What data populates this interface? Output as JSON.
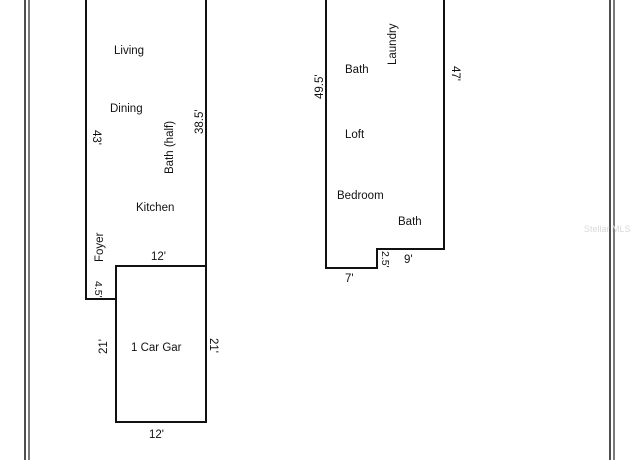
{
  "first_floor": {
    "rooms": {
      "living": "Living",
      "dining": "Dining",
      "kitchen": "Kitchen",
      "bath_half": "Bath (half)",
      "foyer": "Foyer",
      "garage": "1 Car Gar"
    },
    "dimensions": {
      "left_depth": "43'",
      "right_depth": "38.5'",
      "width_top": "12'",
      "foyer_step": "4.5'",
      "garage_left": "21'",
      "garage_right": "21'",
      "garage_width": "12'"
    }
  },
  "second_floor": {
    "rooms": {
      "laundry": "Laundry",
      "bath_upper": "Bath",
      "loft": "Loft",
      "bedroom": "Bedroom",
      "bath_lower": "Bath"
    },
    "dimensions": {
      "left_depth": "49.5'",
      "right_depth": "47'",
      "notch_height": "2.5'",
      "bottom_right": "9'",
      "bottom_left": "7'"
    }
  },
  "watermark": "Stellar MLS"
}
